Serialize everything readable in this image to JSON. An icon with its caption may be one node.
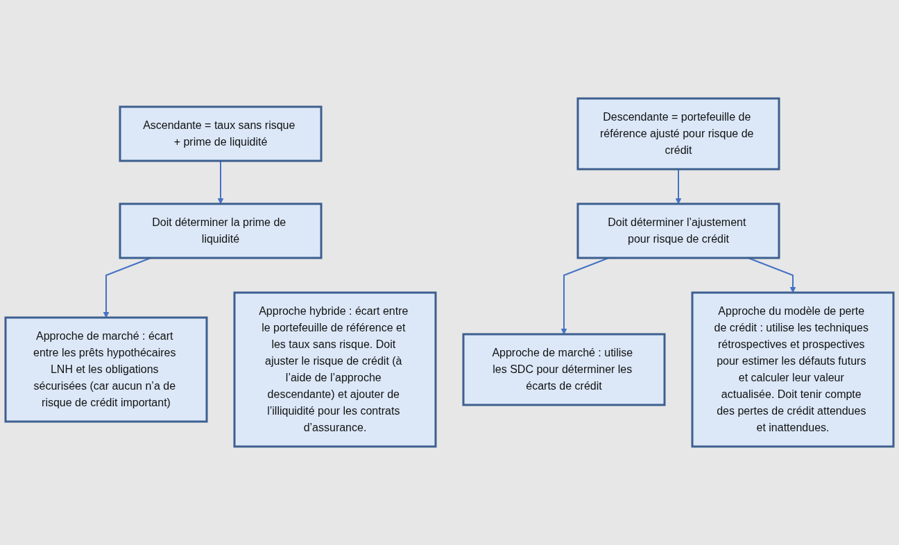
{
  "diagram": {
    "nodes": [
      {
        "text": [
          "Ascendante = taux sans risque + prime de liquidité"
        ]
      },
      {
        "text": [
          "Doit déterminer la prime de liquidité"
        ]
      },
      {
        "text": [
          "Approche de marché : écart entre les prêts hypothécaires LNH et les obligations sécurisées (car aucun n’a de risque de crédit important)"
        ]
      },
      {
        "text": [
          "Approche hybride : écart entre le portefeuille de référence et les taux sans risque. Doit ajuster le risque de crédit (à l’aide de l’approche descendante) et ajouter de l’illiquidité pour les contrats d’assurance."
        ]
      },
      {
        "text": [
          "Descendante = portefeuille de référence ajusté pour risque de crédit"
        ]
      },
      {
        "text": [
          "Doit déterminer l’ajustement pour risque de crédit"
        ]
      },
      {
        "text": [
          "Approche de marché : utilise les SDC pour déterminer les écarts de crédit"
        ]
      },
      {
        "text": [
          "Approche du modèle de perte de crédit : utilise les techniques rétrospectives et prospectives pour estimer les défauts futurs et calculer leur valeur actualisée. Doit tenir compte des pertes de crédit attendues et inattendues."
        ]
      }
    ],
    "edges": [
      {
        "from": 0,
        "to": 1,
        "arrow": "to"
      },
      {
        "from": 1,
        "to": 2,
        "arrow": "to"
      },
      {
        "from": 4,
        "to": 5,
        "arrow": "to"
      },
      {
        "from": 5,
        "to": 6,
        "arrow": "to"
      },
      {
        "from": 5,
        "to": 7,
        "arrow": "to"
      }
    ]
  }
}
